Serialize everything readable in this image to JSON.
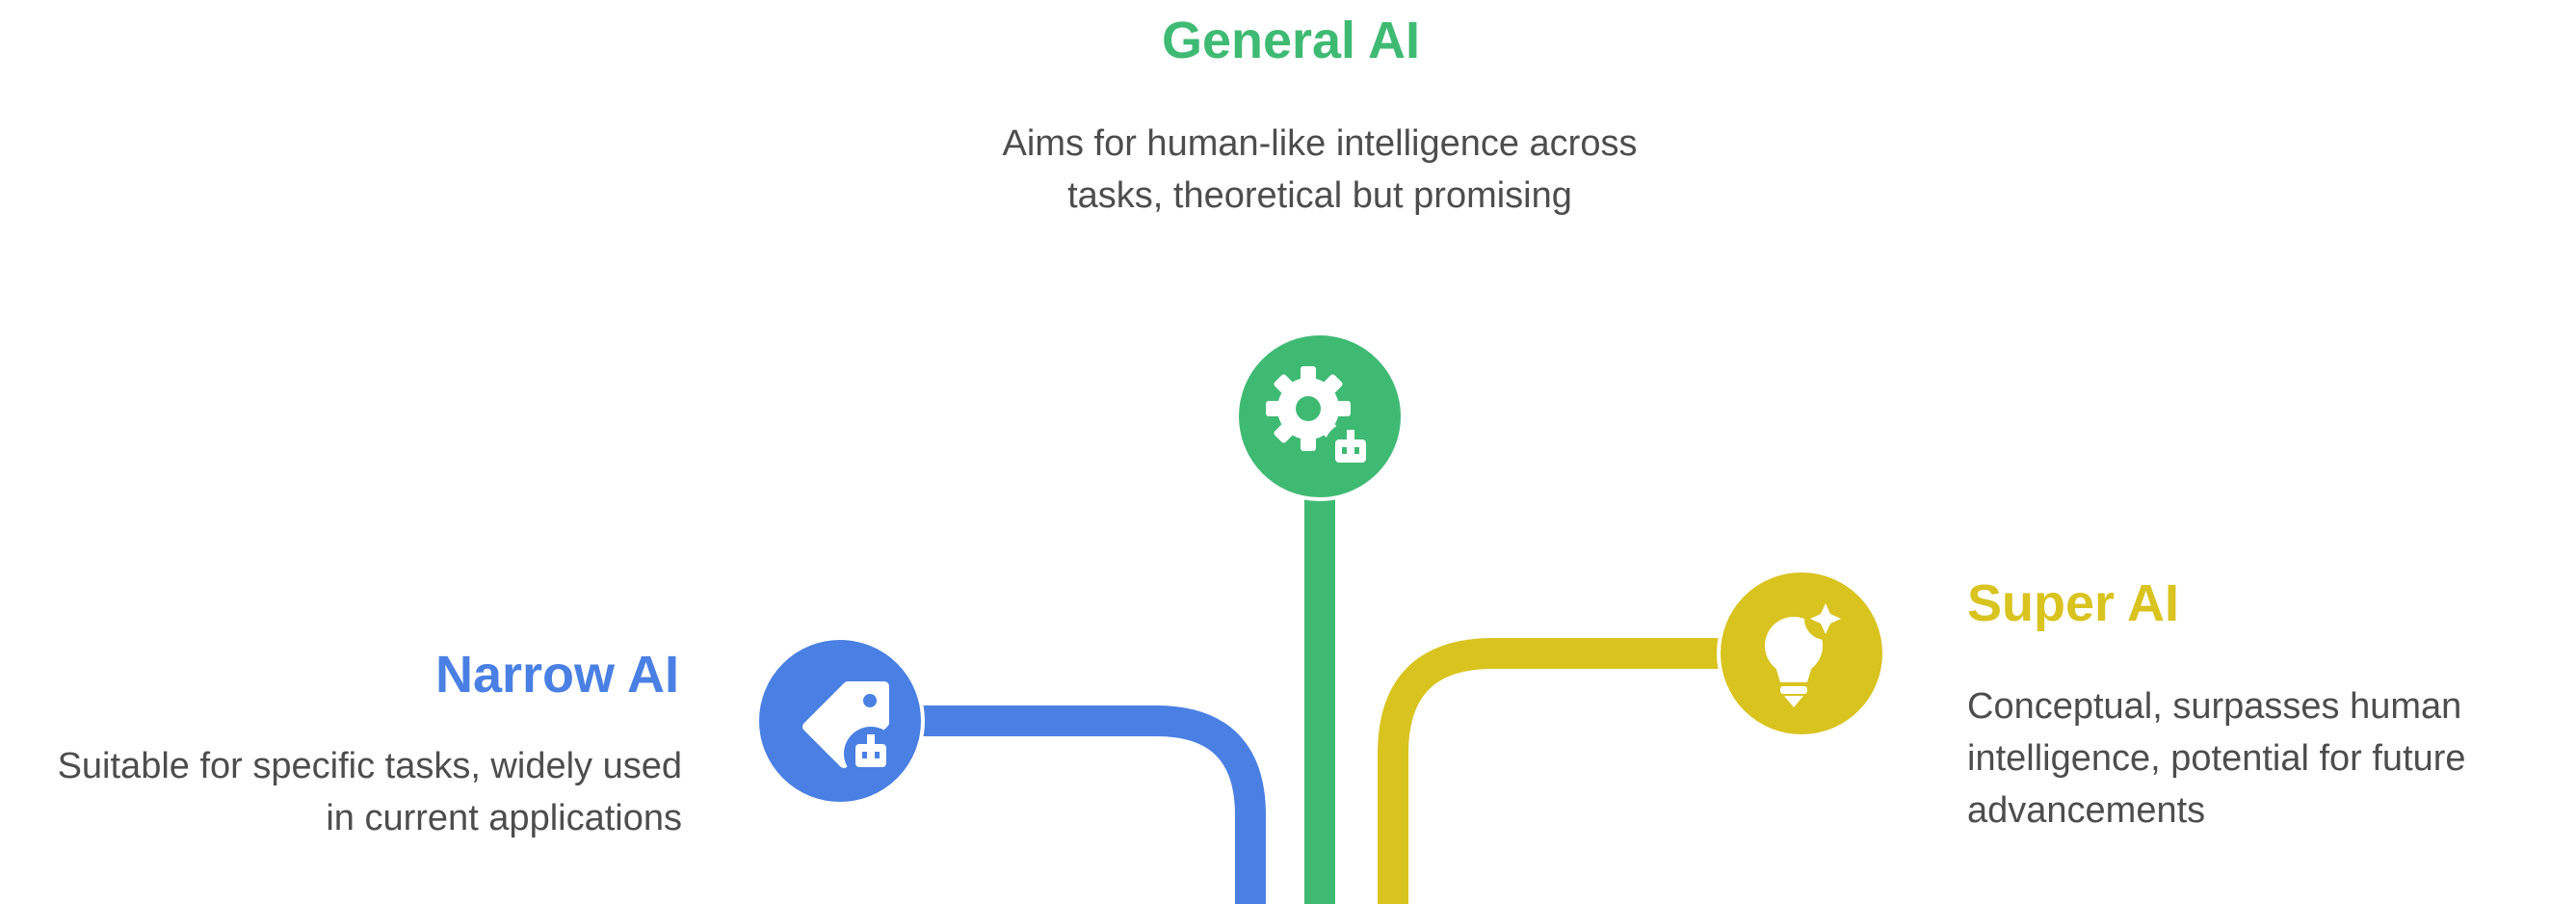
{
  "branches": [
    {
      "id": "general",
      "title": "General AI",
      "description": "Aims for human-like intelligence across tasks, theoretical but promising",
      "color": "#3fba73",
      "icon": "gear-robot-icon"
    },
    {
      "id": "narrow",
      "title": "Narrow AI",
      "description": "Suitable for specific tasks, widely used in current applications",
      "color": "#4a80e3",
      "icon": "tag-robot-icon"
    },
    {
      "id": "super",
      "title": "Super AI",
      "description": "Conceptual, surpasses human intelligence, potential for future advancements",
      "color": "#d9c31f",
      "icon": "lightbulb-sparkle-icon"
    }
  ]
}
